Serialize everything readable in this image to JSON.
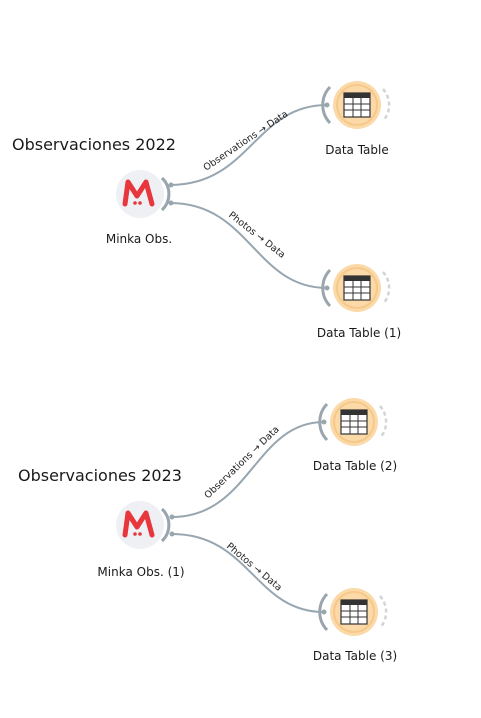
{
  "groups": [
    {
      "title": "Observaciones 2022",
      "source": {
        "label": "Minka Obs.",
        "icon": "minka-logo-icon"
      },
      "targets": [
        {
          "label": "Data Table",
          "icon": "data-table-icon",
          "link": "Observations → Data"
        },
        {
          "label": "Data Table (1)",
          "icon": "data-table-icon",
          "link": "Photos → Data"
        }
      ]
    },
    {
      "title": "Observaciones 2023",
      "source": {
        "label": "Minka Obs. (1)",
        "icon": "minka-logo-icon"
      },
      "targets": [
        {
          "label": "Data Table (2)",
          "icon": "data-table-icon",
          "link": "Observations → Data"
        },
        {
          "label": "Data Table (3)",
          "icon": "data-table-icon",
          "link": "Photos → Data"
        }
      ]
    }
  ],
  "colors": {
    "link": "#98a6b0",
    "source_circle": "#eef0f4",
    "source_logo": "#e8363d",
    "target_circle": "#fbd9a8",
    "target_ring": "#f5c98a",
    "port_arc": "#9aa6ae",
    "table_border": "#333333"
  }
}
